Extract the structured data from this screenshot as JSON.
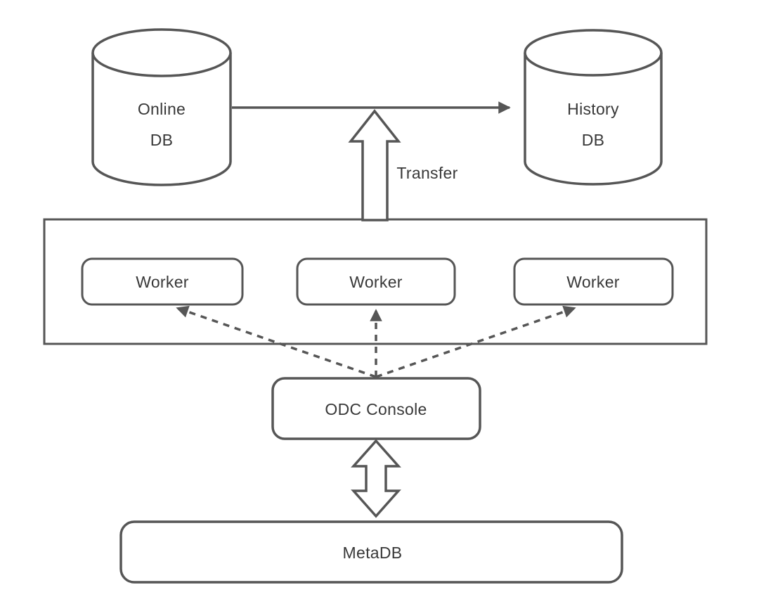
{
  "diagram": {
    "background": "#ffffff",
    "stroke_color": "#565656",
    "text_color": "#383838",
    "nodes": {
      "online_db": {
        "type": "database-cylinder",
        "lines": [
          "Online",
          "DB"
        ]
      },
      "history_db": {
        "type": "database-cylinder",
        "lines": [
          "History",
          "DB"
        ]
      },
      "worker_pool": {
        "type": "container-box"
      },
      "workers": [
        {
          "label": "Worker"
        },
        {
          "label": "Worker"
        },
        {
          "label": "Worker"
        }
      ],
      "odc_console": {
        "label": "ODC Console"
      },
      "metadb": {
        "label": "MetaDB"
      }
    },
    "edges": [
      {
        "from": "online_db",
        "to": "history_db",
        "style": "solid-arrow",
        "label": ""
      },
      {
        "from": "worker_pool",
        "to": "online_db-history_db-link",
        "style": "hollow-block-arrow-up",
        "label": "Transfer"
      },
      {
        "from": "odc_console",
        "to": "worker-1",
        "style": "dashed-arrow",
        "label": ""
      },
      {
        "from": "odc_console",
        "to": "worker-2",
        "style": "dashed-arrow",
        "label": ""
      },
      {
        "from": "odc_console",
        "to": "worker-3",
        "style": "dashed-arrow",
        "label": ""
      },
      {
        "from": "odc_console",
        "to": "metadb",
        "style": "hollow-block-arrow-double",
        "label": ""
      }
    ]
  }
}
